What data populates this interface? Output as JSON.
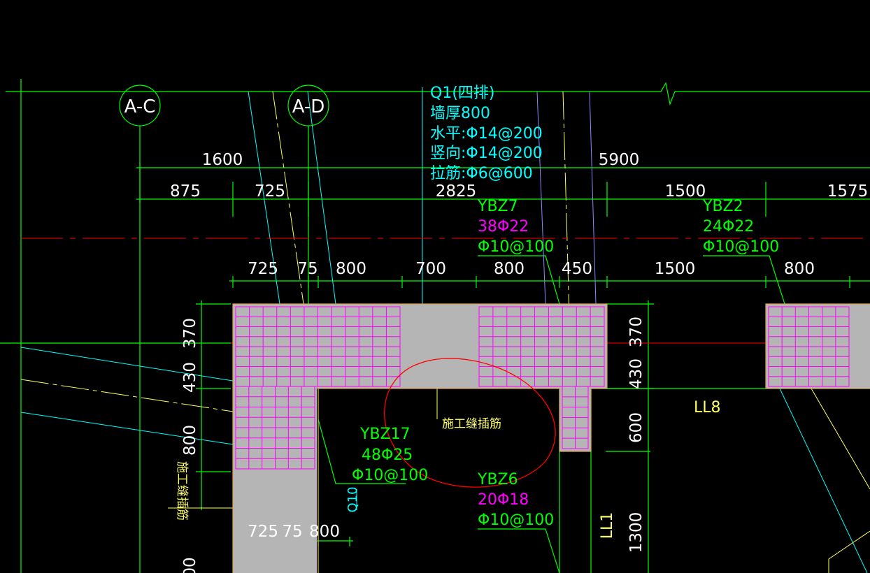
{
  "axes": {
    "a_c": "A-C",
    "a_d": "A-D"
  },
  "wall": {
    "name": "Q1(四排)",
    "thickness": "墙厚800",
    "horizontal": "水平:Φ14@200",
    "vertical": "竖向:Φ14@200",
    "tie": "拉筋:Φ6@600"
  },
  "dims": {
    "top": [
      "1600",
      "5900"
    ],
    "row2": [
      "875",
      "725",
      "2825",
      "1500",
      "1575"
    ],
    "row3": [
      "725",
      "75",
      "800",
      "700",
      "800",
      "450",
      "1500",
      "800"
    ],
    "left_vertical": [
      "370",
      "430",
      "800"
    ],
    "right_vertical": [
      "370",
      "430",
      "600",
      "1300"
    ],
    "bottom_row": [
      "725",
      "75",
      "800"
    ],
    "bottom_left_partial": "00"
  },
  "columns": [
    {
      "name": "YBZ7",
      "main": "38Φ22",
      "stirrup": "Φ10@100"
    },
    {
      "name": "YBZ2",
      "main": "24Φ22",
      "stirrup": "Φ10@100"
    },
    {
      "name": "YBZ17",
      "main": "48Φ25",
      "stirrup": "Φ10@100"
    },
    {
      "name": "YBZ6",
      "main": "20Φ18",
      "stirrup": "Φ10@100"
    }
  ],
  "labels": {
    "construction_joint": "施工缝插筋",
    "construction_joint_vertical": "施工缝插筋",
    "ll8": "LL8",
    "ll1": "LL1",
    "q10": "Q10"
  },
  "colors": {
    "background": "#000000",
    "axis_line": "#00ff00",
    "dimension": "#ffffff",
    "wall_text": "#00ffff",
    "column_name": "#00ff00",
    "main_rebar_text": "#ff00ff",
    "concrete": "#b5b5b5",
    "rebar": "#ff00ff",
    "centerline": "#ff0000",
    "label_yellow": "#ffff66"
  }
}
